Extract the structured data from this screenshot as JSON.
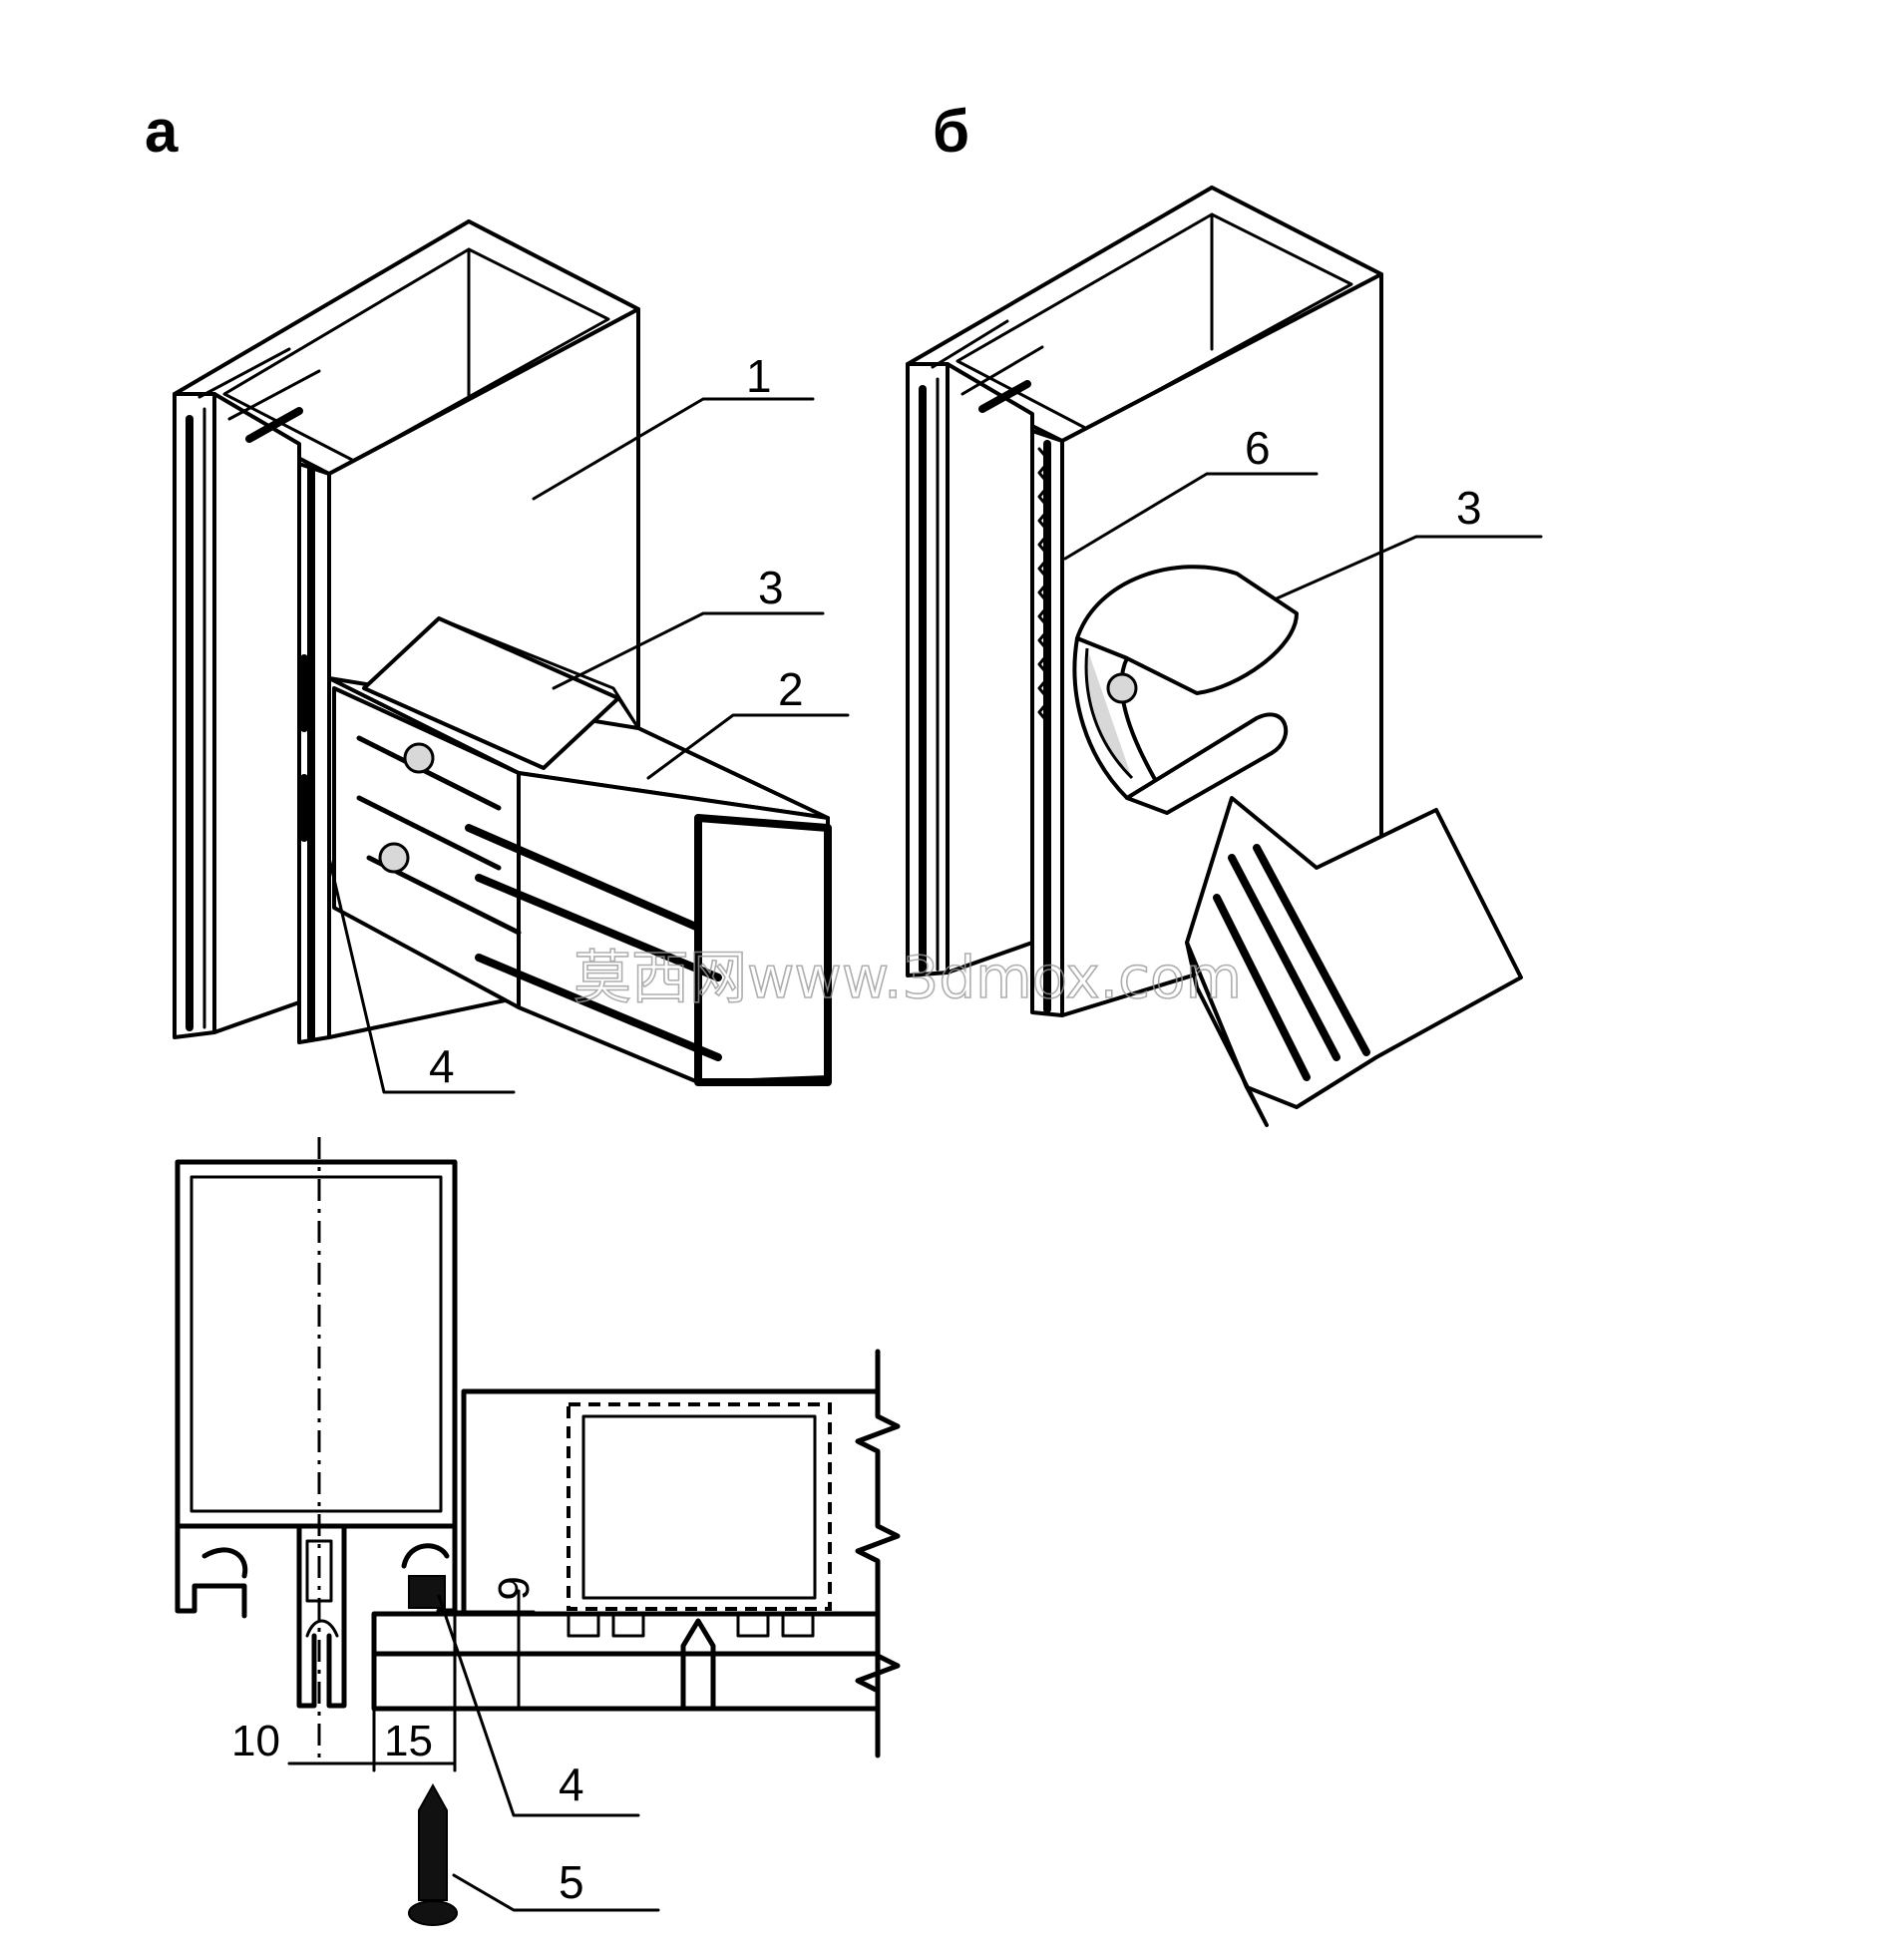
{
  "figure": {
    "header_text": "",
    "panels": {
      "a": "а",
      "b": "б"
    },
    "callouts": {
      "a_1": "1",
      "a_2": "2",
      "a_3": "3",
      "a_4": "4",
      "b_6": "6",
      "b_3": "3",
      "section_4": "4",
      "section_5": "5"
    },
    "dimensions": {
      "d10": "10",
      "d15": "15",
      "d6": "6"
    },
    "watermark": "莫西网www.3dmox.com"
  }
}
